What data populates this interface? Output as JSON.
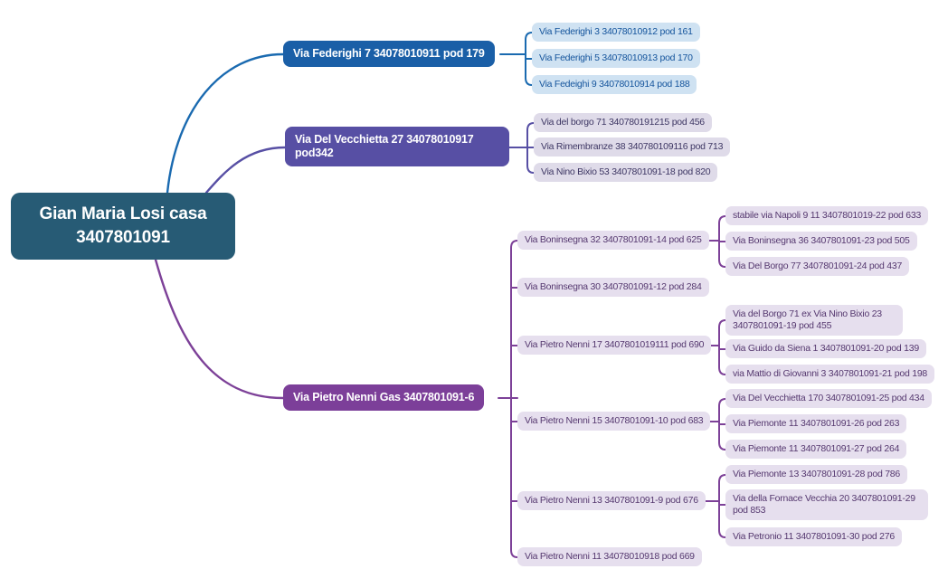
{
  "colors": {
    "root_bg": "#275b75",
    "branch_blue_bg": "#1a5fa7",
    "branch_slate_bg": "#574fa4",
    "branch_plum_bg": "#7c3f99",
    "leaf_blue_bg": "#cfe2f2",
    "leaf_blue_text": "#14549c",
    "leaf_lavender_bg": "#dfdbe9",
    "leaf_lavender_text": "#3d3663",
    "leaf_plum_bg": "#e6dfee",
    "leaf_plum_text": "#55386f",
    "line_blue": "#1a6ab0",
    "line_slate": "#574fa4",
    "line_plum": "#7d4198"
  },
  "root": {
    "label": "Gian Maria Losi casa\n3407801091"
  },
  "branches": [
    {
      "label": "Via Federighi 7 34078010911 pod 179",
      "children": [
        "Via Federighi 3 34078010912 pod 161",
        "Via Federighi 5 34078010913 pod 170",
        "Via Fedeighi 9 34078010914 pod 188"
      ]
    },
    {
      "label": "Via Del Vecchietta 27 34078010917 pod342",
      "children": [
        "Via del borgo 71 340780191215 pod 456",
        "Via Rimembranze 38 340780109116 pod 713",
        "Via Nino Bixio 53 3407801091-18 pod 820"
      ]
    },
    {
      "label": "Via Pietro Nenni Gas 3407801091-6",
      "children": [
        {
          "label": "Via Boninsegna 32 3407801091-14 pod 625",
          "children": [
            "stabile via Napoli 9 11 3407801019-22 pod 633",
            "Via Boninsegna 36 3407801091-23 pod 505",
            "Via Del Borgo 77 3407801091-24 pod 437"
          ]
        },
        {
          "label": "Via Boninsegna 30 3407801091-12 pod 284"
        },
        {
          "label": "Via Pietro Nenni 17 3407801019111  pod 690",
          "children": [
            "Via del Borgo 71 ex Via Nino Bixio 23 3407801091-19 pod 455",
            "Via Guido da Siena 1 3407801091-20 pod 139",
            "via Mattio di Giovanni 3 3407801091-21 pod 198"
          ]
        },
        {
          "label": "Via Pietro Nenni 15 3407801091-10 pod 683",
          "children": [
            "Via Del Vecchietta 170 3407801091-25 pod 434",
            "Via Piemonte 11 3407801091-26 pod 263",
            "Via Piemonte 11 3407801091-27 pod 264"
          ]
        },
        {
          "label": "Via Pietro Nenni 13 3407801091-9 pod 676",
          "children": [
            "Via Piemonte 13 3407801091-28 pod 786",
            "Via della Fornace Vecchia 20 3407801091-29 pod 853",
            "Via Petronio 11 3407801091-30 pod 276"
          ]
        },
        {
          "label": "Via Pietro Nenni 11 34078010918 pod 669"
        }
      ]
    }
  ]
}
